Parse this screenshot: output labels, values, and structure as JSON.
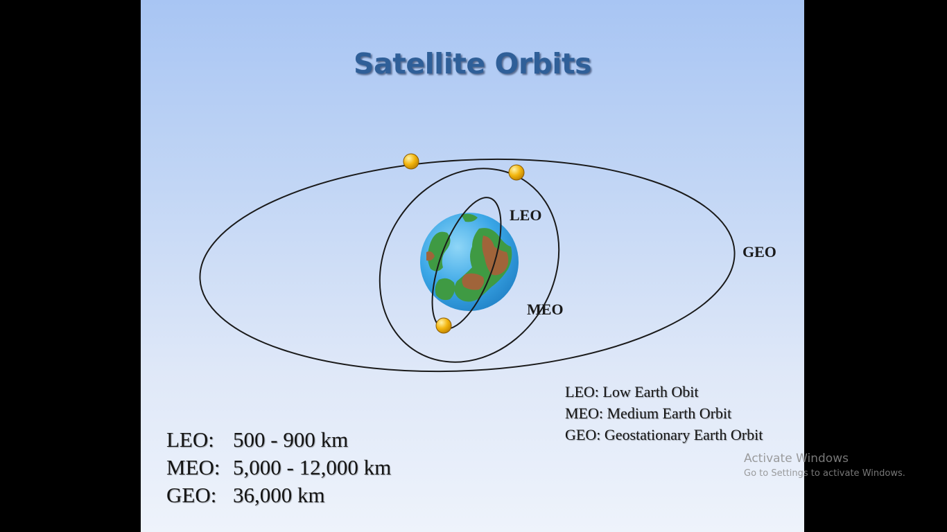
{
  "title": "Satellite Orbits",
  "orbit_labels": {
    "leo": "LEO",
    "meo": "MEO",
    "geo": "GEO"
  },
  "legend": [
    "LEO: Low Earth Obit",
    "MEO: Medium Earth Orbit",
    "GEO: Geostationary Earth Orbit"
  ],
  "altitudes": [
    {
      "orbit": "LEO:",
      "range": "500 - 900 km"
    },
    {
      "orbit": "MEO:",
      "range": "5,000 - 12,000 km"
    },
    {
      "orbit": "GEO:",
      "range": "36,000 km"
    }
  ],
  "watermark": {
    "line1": "Activate Windows",
    "line2": "Go to Settings to activate Windows."
  },
  "colors": {
    "title": "#2f5f98",
    "ocean": "#3aa6e6",
    "land_green": "#3f9a43",
    "land_brown": "#a0643a",
    "satellite": "#f3b60f",
    "orbit_line": "#1a1a1a"
  }
}
